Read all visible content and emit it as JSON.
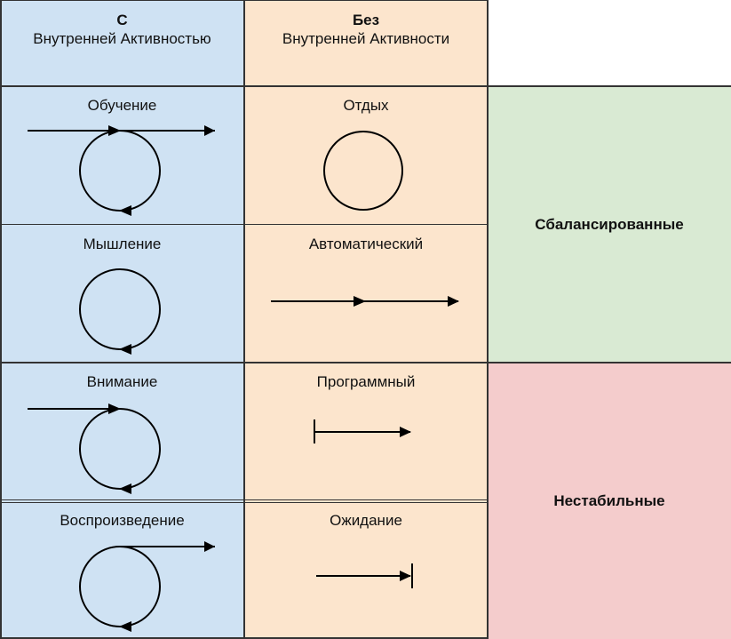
{
  "header": {
    "col1_bold": "С",
    "col1_text": "Внутренней Активностью",
    "col2_bold": "Без",
    "col2_text": "Внутренней Активности"
  },
  "rows": [
    {
      "with_activity": "Обучение",
      "without_activity": "Отдых"
    },
    {
      "with_activity": "Мышление",
      "without_activity": "Автоматический"
    },
    {
      "with_activity": "Внимание",
      "without_activity": "Программный"
    },
    {
      "with_activity": "Воспроизведение",
      "without_activity": "Ожидание"
    }
  ],
  "groups": {
    "balanced": "Сбалансированные",
    "unstable": "Нестабильные"
  },
  "colors": {
    "with_activity_bg": "#cfe2f3",
    "without_activity_bg": "#fce5cd",
    "balanced_bg": "#d9ead3",
    "unstable_bg": "#f4cccc",
    "grid": "#333333"
  },
  "icons": {
    "learning": "loop-with-through-arrow-icon",
    "thinking": "closed-loop-icon",
    "rest": "circle-icon",
    "automatic": "straight-arrow-icon",
    "attention": "arrow-into-loop-icon",
    "programmed": "start-bar-arrow-icon",
    "reproduction": "loop-out-arrow-icon",
    "waiting": "arrow-to-stop-bar-icon"
  }
}
